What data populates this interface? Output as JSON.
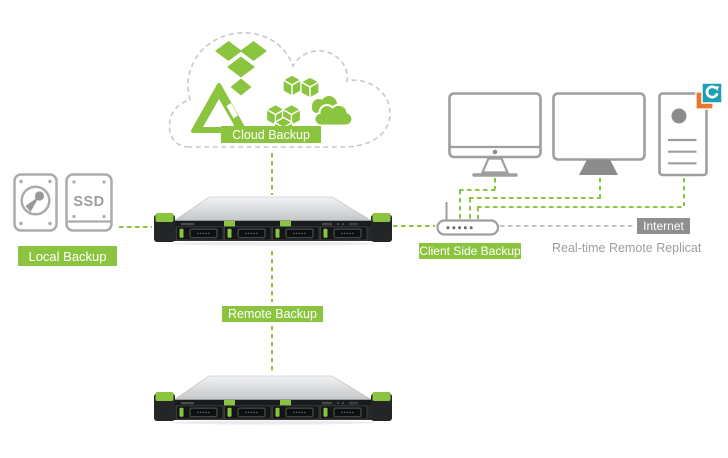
{
  "labels": {
    "cloud_backup": "Cloud Backup",
    "local_backup": "Local Backup",
    "client_side_backup": "Client Side Backup",
    "remote_backup": "Remote Backup",
    "internet": "Internet",
    "realtime_remote": "Real-time Remote Replicat"
  },
  "devices": {
    "ssd_text": "SSD"
  },
  "icons": {
    "cloud_services": [
      "dropbox-icon",
      "google-drive-icon",
      "aws-cubes-icon",
      "onedrive-cloud-icon"
    ],
    "local_devices": [
      "hdd-icon",
      "ssd-icon"
    ],
    "clients": [
      "imac-icon",
      "monitor-icon",
      "tower-pc-icon",
      "sync-replicator-badge-icon"
    ],
    "network": [
      "router-icon",
      "nas-rack-server-icon"
    ]
  },
  "colors": {
    "green": "#8BC53F",
    "outline_gray": "#9E9E9E",
    "fill_gray": "#8C8C8C",
    "dash_gray": "#C6C6C6",
    "internet_label_bg": "#8F8F8F",
    "text_gray": "#9E9E9E",
    "badge_teal": "#1C9FB5",
    "badge_orange": "#E8762B",
    "server_dark": "#26282A"
  }
}
